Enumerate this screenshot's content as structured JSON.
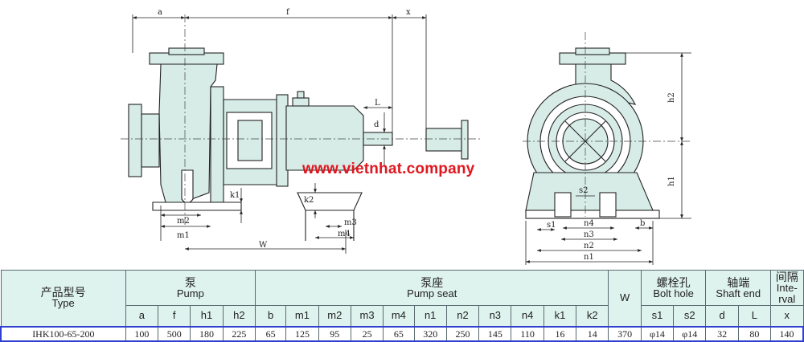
{
  "watermark": "www.vietnhat.company",
  "dimension_labels": {
    "a": "a",
    "f": "f",
    "x": "x",
    "L": "L",
    "d": "d",
    "k1": "k1",
    "k2": "k2",
    "m1": "m1",
    "m2": "m2",
    "m3": "m3",
    "m4": "m4",
    "W": "W",
    "h1": "h1",
    "h2": "h2",
    "s1": "s1",
    "s2": "s2",
    "b": "b",
    "n1": "n1",
    "n2": "n2",
    "n3": "n3",
    "n4": "n4"
  },
  "table": {
    "type_cn": "产品型号",
    "type_en": "Type",
    "pump_cn": "泵",
    "pump_en": "Pump",
    "seat_cn": "泵座",
    "seat_en": "Pump seat",
    "w_label": "W",
    "bolt_cn": "螺栓孔",
    "bolt_en": "Bolt hole",
    "shaft_cn": "轴端",
    "shaft_en": "Shaft end",
    "interval_cn": "间隔",
    "interval_en1": "Inte-",
    "interval_en2": "rval",
    "sub": {
      "a": "a",
      "f": "f",
      "h1": "h1",
      "h2": "h2",
      "b": "b",
      "m1": "m1",
      "m2": "m2",
      "m3": "m3",
      "m4": "m4",
      "n1": "n1",
      "n2": "n2",
      "n3": "n3",
      "n4": "n4",
      "k1": "k1",
      "k2": "k2",
      "s1": "s1",
      "s2": "s2",
      "d": "d",
      "L": "L",
      "x": "x"
    },
    "row": {
      "type": "IHK100-65-200",
      "a": "100",
      "f": "500",
      "h1": "180",
      "h2": "225",
      "b": "65",
      "m1": "125",
      "m2": "95",
      "m3": "25",
      "m4": "65",
      "n1": "320",
      "n2": "250",
      "n3": "145",
      "n4": "110",
      "k1": "16",
      "k2": "14",
      "w": "370",
      "s1": "φ14",
      "s2": "φ14",
      "d": "32",
      "L": "80",
      "x": "140"
    }
  }
}
